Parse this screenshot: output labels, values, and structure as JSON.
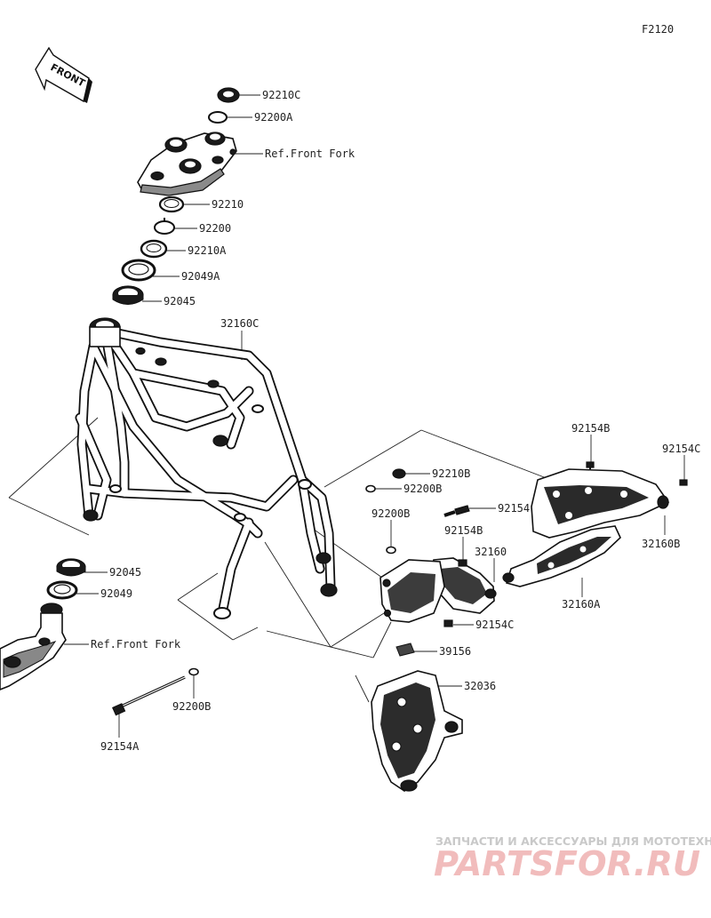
{
  "diagram_code": "F2120",
  "front_arrow": {
    "label": "FRONT"
  },
  "callouts": [
    {
      "id": "92210C",
      "text": "92210C"
    },
    {
      "id": "92200A",
      "text": "92200A"
    },
    {
      "id": "ref-front-fork-top",
      "text": "Ref.Front Fork"
    },
    {
      "id": "92210",
      "text": "92210"
    },
    {
      "id": "92200",
      "text": "92200"
    },
    {
      "id": "92210A",
      "text": "92210A"
    },
    {
      "id": "92049A",
      "text": "92049A"
    },
    {
      "id": "92045-top",
      "text": "92045"
    },
    {
      "id": "32160C",
      "text": "32160C"
    },
    {
      "id": "92154B-right",
      "text": "92154B"
    },
    {
      "id": "92154C-right",
      "text": "92154C"
    },
    {
      "id": "92210B",
      "text": "92210B"
    },
    {
      "id": "92200B-a",
      "text": "92200B"
    },
    {
      "id": "92200B-b",
      "text": "92200B"
    },
    {
      "id": "92154",
      "text": "92154"
    },
    {
      "id": "92154B-mid",
      "text": "92154B"
    },
    {
      "id": "32160",
      "text": "32160"
    },
    {
      "id": "32160B",
      "text": "32160B"
    },
    {
      "id": "32160A",
      "text": "32160A"
    },
    {
      "id": "92154C-mid",
      "text": "92154C"
    },
    {
      "id": "92045-bottom",
      "text": "92045"
    },
    {
      "id": "92049",
      "text": "92049"
    },
    {
      "id": "ref-front-fork-bottom",
      "text": "Ref.Front Fork"
    },
    {
      "id": "39156",
      "text": "39156"
    },
    {
      "id": "32036",
      "text": "32036"
    },
    {
      "id": "92200B-c",
      "text": "92200B"
    },
    {
      "id": "92154A",
      "text": "92154A"
    }
  ],
  "watermark": {
    "subtitle": "ЗАПЧАСТИ И АКСЕССУАРЫ ДЛЯ МОТОТЕХНИКИ",
    "brand": "PARTSFOR.RU",
    "subtitle_color": "#c9c9c9",
    "brand_color": "#f1bcbc"
  }
}
